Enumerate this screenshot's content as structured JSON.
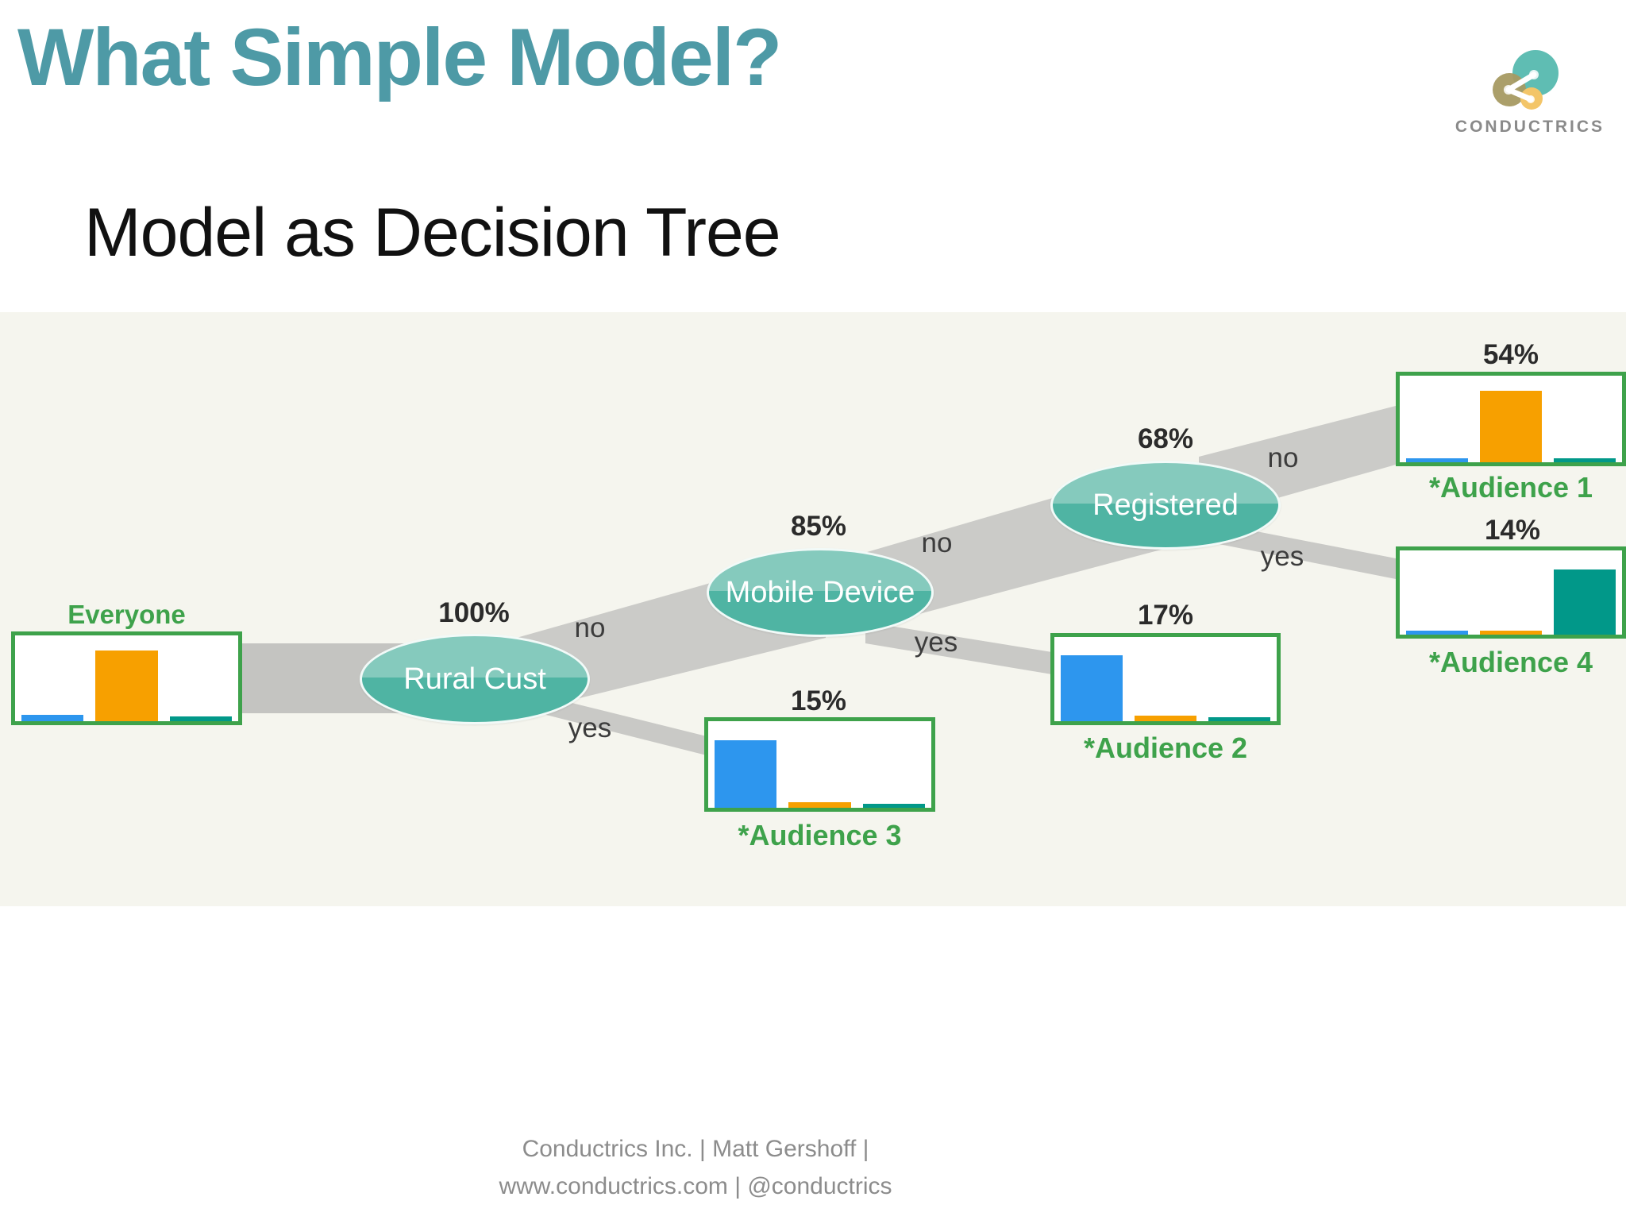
{
  "slide": {
    "title": "What Simple Model?",
    "subtitle": "Model as Decision Tree",
    "footer": {
      "line1": "Conductrics Inc. | Matt Gershoff |",
      "line2": "www.conductrics.com | @conductrics"
    }
  },
  "logo": {
    "brand": "CONDUCTRICS",
    "circle_teal": "#5FBDB3",
    "circle_olive": "#A79A62",
    "circle_yellow": "#F3C568"
  },
  "branch_labels": {
    "no": "no",
    "yes": "yes"
  },
  "tree": {
    "root": {
      "label": "Everyone",
      "bars": [
        7,
        82,
        6
      ]
    },
    "decisions": [
      {
        "label": "Rural Cust",
        "percent": "100%"
      },
      {
        "label": "Mobile Device",
        "percent": "85%"
      },
      {
        "label": "Registered",
        "percent": "68%"
      }
    ],
    "leaves": [
      {
        "label": "*Audience 1",
        "percent": "54%",
        "bars": [
          5,
          83,
          5
        ]
      },
      {
        "label": "*Audience 2",
        "percent": "17%",
        "bars": [
          78,
          7,
          5
        ]
      },
      {
        "label": "*Audience 3",
        "percent": "15%",
        "bars": [
          78,
          6,
          5
        ]
      },
      {
        "label": "*Audience 4",
        "percent": "14%",
        "bars": [
          5,
          5,
          77
        ]
      }
    ]
  },
  "colors": {
    "title_teal": "#4E9AA6",
    "subtitle_black": "#111111",
    "diagram_bg": "#F5F5EE",
    "node_fill_top": "#85CABD",
    "node_fill_bottom": "#4FB4A3",
    "leaf_border_green": "#3EA24B",
    "label_green": "#3EA24B",
    "percent_text": "#2B2B2B",
    "branch_text": "#3C3C3C",
    "ribbon_gray_wide": "#C7C7C4",
    "ribbon_gray_thin": "#C9C9C6",
    "footer_gray": "#8C8C8C",
    "bar_colors": [
      "#2D96EE",
      "#F7A000",
      "#019889"
    ]
  }
}
